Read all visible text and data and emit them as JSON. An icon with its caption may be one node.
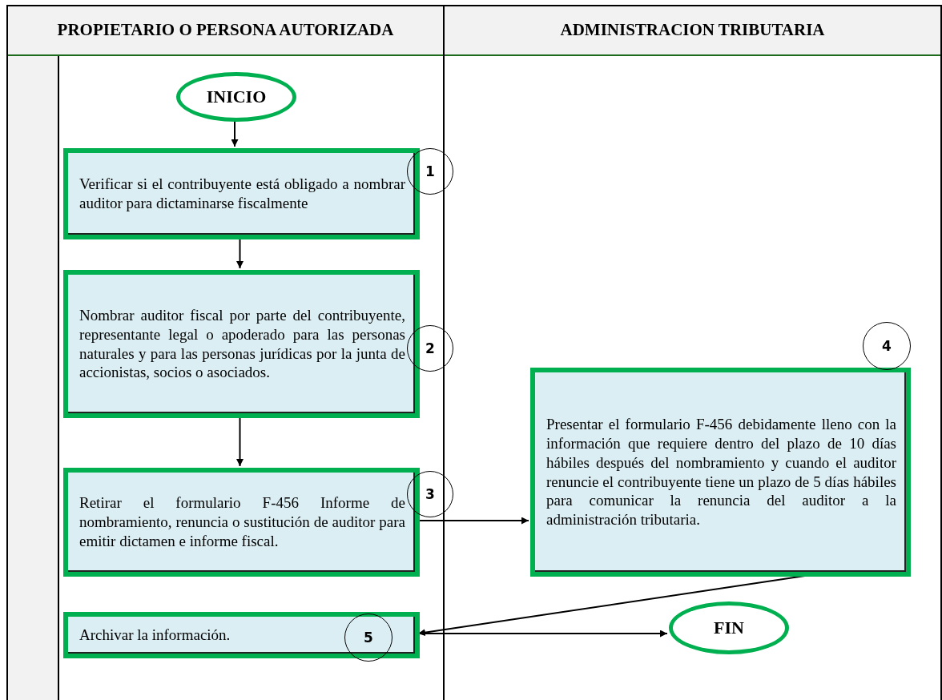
{
  "diagram": {
    "nodes": [
      {
        "text": [
          "PROPIETARIO O PERSONA AUTORIZADA"
        ]
      },
      {
        "text": [
          "ADMINISTRACION TRIBUTARIA"
        ]
      },
      {
        "text": [
          "INICIO"
        ],
        "in": 0
      },
      {
        "text": [
          "Verificar si el contribuyente está obligado a nombrar auditor para dictaminarse fiscalmente"
        ],
        "in": 0
      },
      {
        "text": [
          "1"
        ]
      },
      {
        "text": [
          "Nombrar auditor fiscal por parte del contribuyente, representante legal o apoderado para las personas naturales y para las personas jurídicas por la junta de accionistas, socios o asociados."
        ],
        "in": 0
      },
      {
        "text": [
          "2"
        ]
      },
      {
        "text": [
          "Retirar el formulario F-456 Informe de nombramiento, renuncia o sustitución de auditor para emitir dictamen e informe fiscal."
        ],
        "in": 0
      },
      {
        "text": [
          "3"
        ]
      },
      {
        "text": [
          "Presentar el formulario F-456 debidamente lleno con la información que requiere dentro del plazo de 10 días hábiles después del nombramiento y cuando el auditor renuncie el contribuyente tiene un plazo de 5 días hábiles para comunicar la renuncia del auditor a la administración tributaria."
        ],
        "in": 1
      },
      {
        "text": [
          "4"
        ],
        "in": 1
      },
      {
        "text": [
          "Archivar la información."
        ],
        "in": 0
      },
      {
        "text": [
          "5"
        ],
        "in": 11
      },
      {
        "text": [
          "FIN"
        ],
        "in": 1
      }
    ],
    "edges": [
      {
        "from": 2,
        "to": 3,
        "arrow": "to"
      },
      {
        "from": 3,
        "to": 5,
        "arrow": "to"
      },
      {
        "from": 5,
        "to": 7,
        "arrow": "to"
      },
      {
        "from": 7,
        "to": 9,
        "arrow": "to"
      },
      {
        "from": 9,
        "to": 11,
        "arrow": "to"
      },
      {
        "from": 11,
        "to": 13,
        "arrow": "to"
      }
    ]
  }
}
